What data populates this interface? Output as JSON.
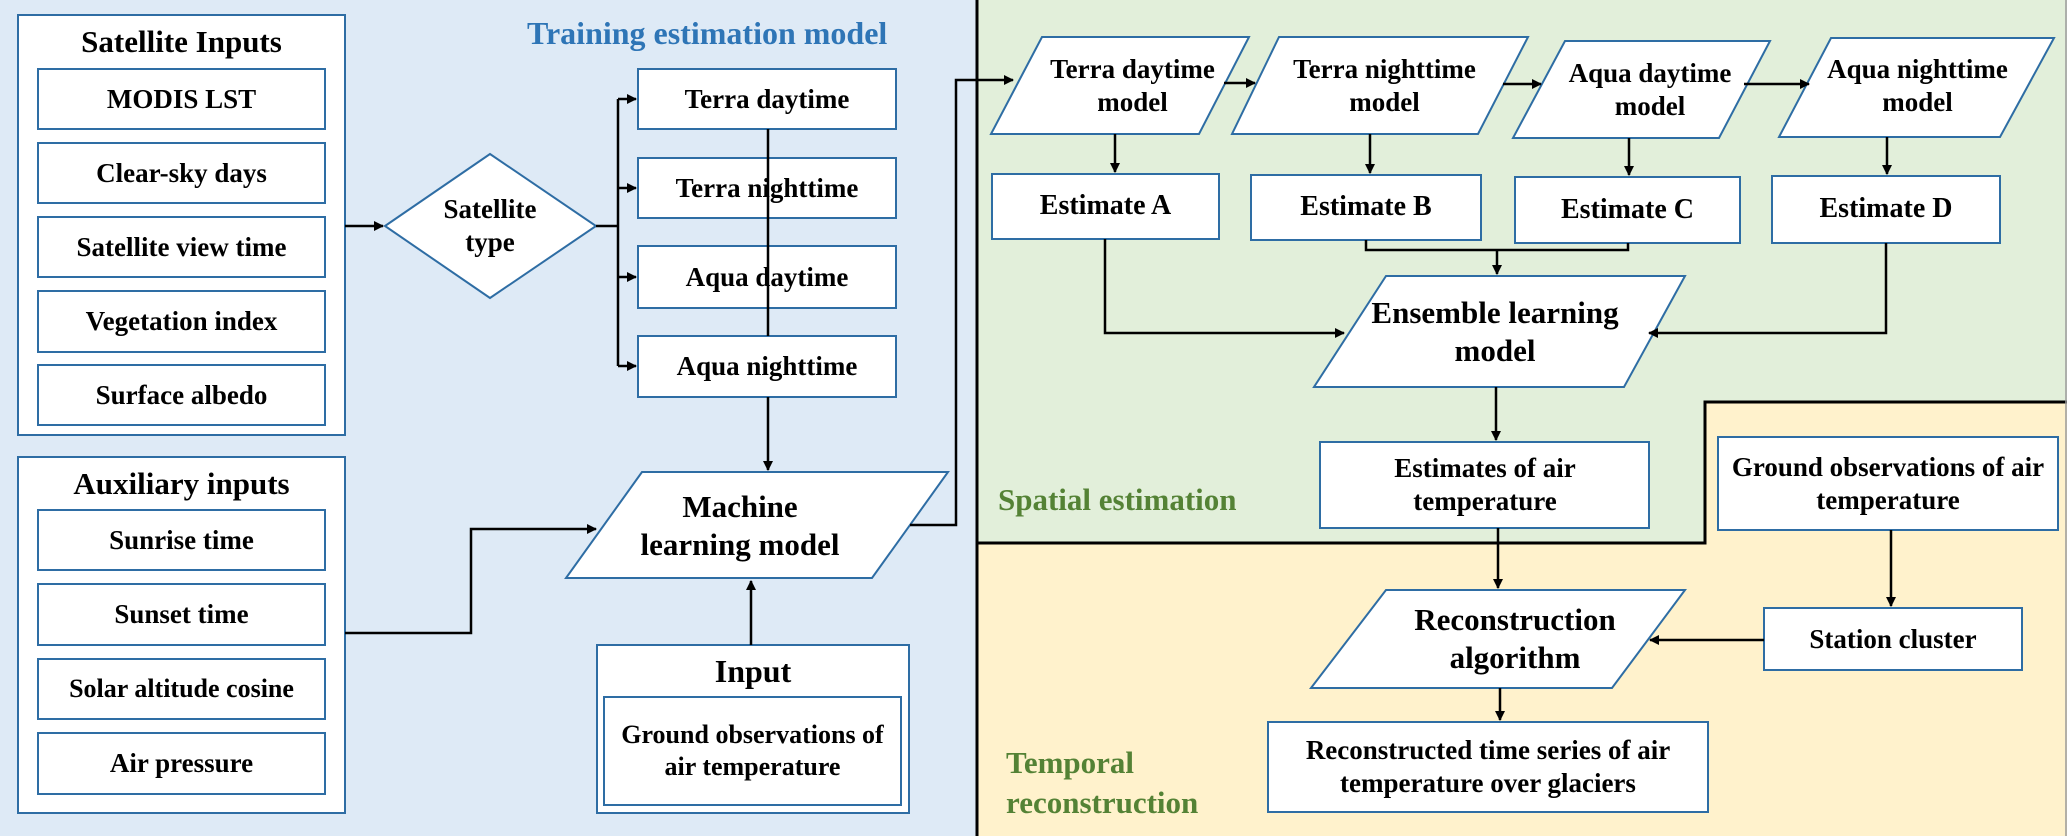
{
  "colors": {
    "training_bg": "#DEEAF6",
    "spatial_bg": "#E2EFDA",
    "temporal_bg": "#FFF2CC",
    "box_border": "#2E6DA4",
    "training_title": "#2E75B6",
    "section_title": "#548235"
  },
  "training": {
    "title": "Training estimation model",
    "satellite_inputs": {
      "title": "Satellite Inputs",
      "items": [
        "MODIS LST",
        "Clear-sky days",
        "Satellite view time",
        "Vegetation index",
        "Surface albedo"
      ]
    },
    "auxiliary_inputs": {
      "title": "Auxiliary inputs",
      "items": [
        "Sunrise time",
        "Sunset time",
        "Solar altitude cosine",
        "Air pressure"
      ]
    },
    "decision": "Satellite type",
    "satellite_types": [
      "Terra daytime",
      "Terra nighttime",
      "Aqua daytime",
      "Aqua nighttime"
    ],
    "ml_model": "Machine learning model",
    "input_box": {
      "title": "Input",
      "item": "Ground observations of air temperature"
    }
  },
  "spatial": {
    "title": "Spatial estimation",
    "models": [
      "Terra daytime model",
      "Terra nighttime model",
      "Aqua daytime model",
      "Aqua nighttime model"
    ],
    "estimates": [
      "Estimate A",
      "Estimate B",
      "Estimate C",
      "Estimate D"
    ],
    "ensemble": "Ensemble learning model",
    "output": "Estimates of air temperature"
  },
  "temporal": {
    "title": "Temporal reconstruction",
    "ground_obs": "Ground observations of air temperature",
    "station_cluster": "Station cluster",
    "algorithm": "Reconstruction algorithm",
    "output": "Reconstructed time series of air temperature over glaciers"
  }
}
